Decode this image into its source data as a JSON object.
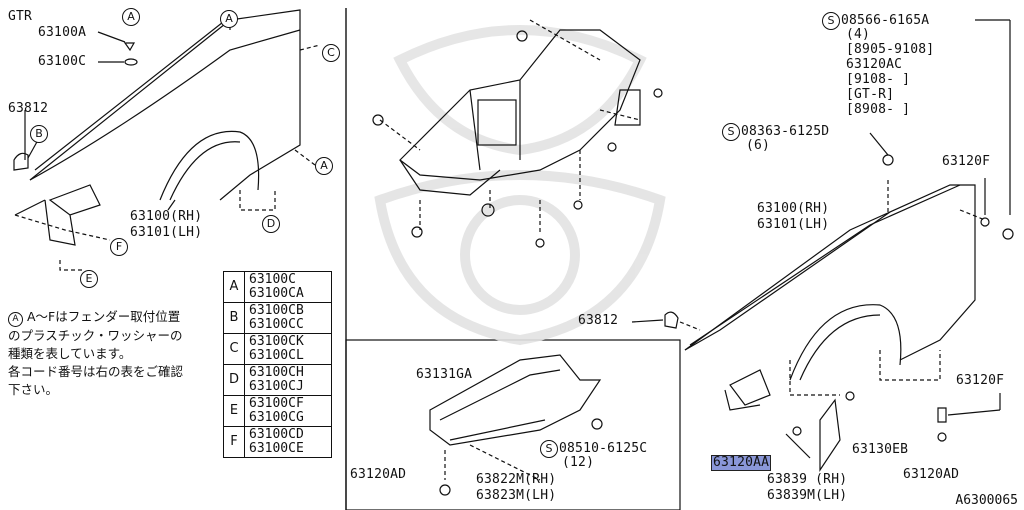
{
  "title": "GTR",
  "ref_code": "A6300065",
  "left_labels": {
    "p63100A": "63100A",
    "p63100C": "63100C",
    "p63812": "63812",
    "fender_rh": "63100(RH)",
    "fender_lh": "63101(LH)"
  },
  "callouts": [
    "A",
    "A",
    "A",
    "B",
    "C",
    "D",
    "E",
    "F"
  ],
  "note_lines": [
    "A～Fはフェンダー取付位置",
    "のプラスチック・ワッシャーの",
    "種類を表しています。",
    "各コード番号は右の表をご確認",
    "下さい。"
  ],
  "note_circle_from": "A",
  "note_circle_to": "F",
  "code_table": [
    {
      "key": "A",
      "codes": [
        "63100C",
        "63100CA"
      ]
    },
    {
      "key": "B",
      "codes": [
        "63100CB",
        "63100CC"
      ]
    },
    {
      "key": "C",
      "codes": [
        "63100CK",
        "63100CL"
      ]
    },
    {
      "key": "D",
      "codes": [
        "63100CH",
        "63100CJ"
      ]
    },
    {
      "key": "E",
      "codes": [
        "63100CF",
        "63100CG"
      ]
    },
    {
      "key": "F",
      "codes": [
        "63100CD",
        "63100CE"
      ]
    }
  ],
  "bottom_center": {
    "p63131GA": "63131GA",
    "screw_code": "08510-6125C",
    "screw_qty": "(12)",
    "p63822": "63822M(RH)",
    "p63823": "63823M(LH)",
    "p63120AD": "63120AD"
  },
  "right_labels": {
    "top_code": "08566-6165A",
    "top_qty": "(4)",
    "top_range1": "[8905-9108]",
    "top_part": "63120AC",
    "top_range2": "[9108-     ]",
    "top_spec": "[GT-R]",
    "top_range3": "[8908-     ]",
    "mid_code": "08363-6125D",
    "mid_qty": "(6)",
    "p63120F_top": "63120F",
    "fender_rh": "63100(RH)",
    "fender_lh": "63101(LH)",
    "p63812": "63812",
    "p63120F_bot": "63120F",
    "p63130EB": "63130EB",
    "p63120AA": "63120AA",
    "p63839_rh": "63839  (RH)",
    "p63839_lh": "63839M(LH)",
    "p63120AD": "63120AD",
    "circle_s": "S"
  },
  "colors": {
    "highlight": "#8a97d8",
    "ink": "#111111"
  }
}
